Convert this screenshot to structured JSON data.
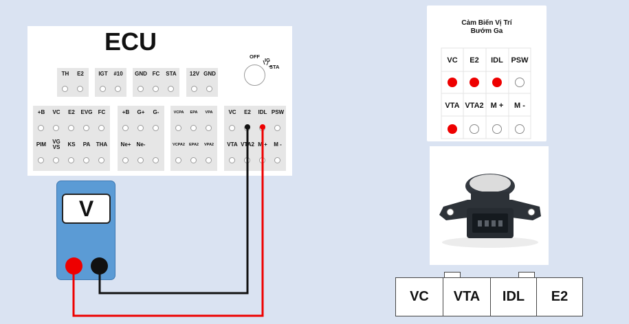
{
  "ecu": {
    "title": "ECU",
    "top_row": [
      [
        "TH",
        "E2"
      ],
      [
        "IGT",
        "#10"
      ],
      [
        "GND",
        "FC",
        "STA"
      ],
      [
        "12V",
        "GND"
      ]
    ],
    "ignition": {
      "off": "OFF",
      "ig": "IG",
      "sta": "STA"
    },
    "row1": [
      [
        "+B",
        "VC",
        "E2",
        "EVG",
        "FC"
      ],
      [
        "+B",
        "G+",
        "G-"
      ],
      [
        "VCPA",
        "EPA",
        "VPA"
      ],
      [
        "VC",
        "E2",
        "IDL",
        "PSW"
      ]
    ],
    "row2": [
      [
        "PIM",
        "VG\nVS",
        "KS",
        "PA",
        "THA"
      ],
      [
        "Ne+",
        "Ne-",
        ""
      ],
      [
        "VCPA2",
        "EPA2",
        "VPA2"
      ],
      [
        "VTA",
        "VTA2",
        "M +",
        "M -"
      ]
    ]
  },
  "multimeter": {
    "display": "V",
    "red_color": "#ee0000",
    "black_color": "#111111"
  },
  "tps_card": {
    "title_line1": "Cảm Biến Vị Trí",
    "title_line2": "Bướm Ga",
    "row1_labels": [
      "VC",
      "E2",
      "IDL",
      "PSW"
    ],
    "row1_active": [
      true,
      true,
      true,
      false
    ],
    "row2_labels": [
      "VTA",
      "VTA2",
      "M +",
      "M -"
    ],
    "row2_active": [
      true,
      false,
      false,
      false
    ]
  },
  "connector": {
    "pins": [
      "VC",
      "VTA",
      "IDL",
      "E2"
    ]
  },
  "colors": {
    "background": "#dae3f2",
    "meter": "#5b9bd5",
    "wire_red": "#ee0000",
    "wire_black": "#111111"
  }
}
